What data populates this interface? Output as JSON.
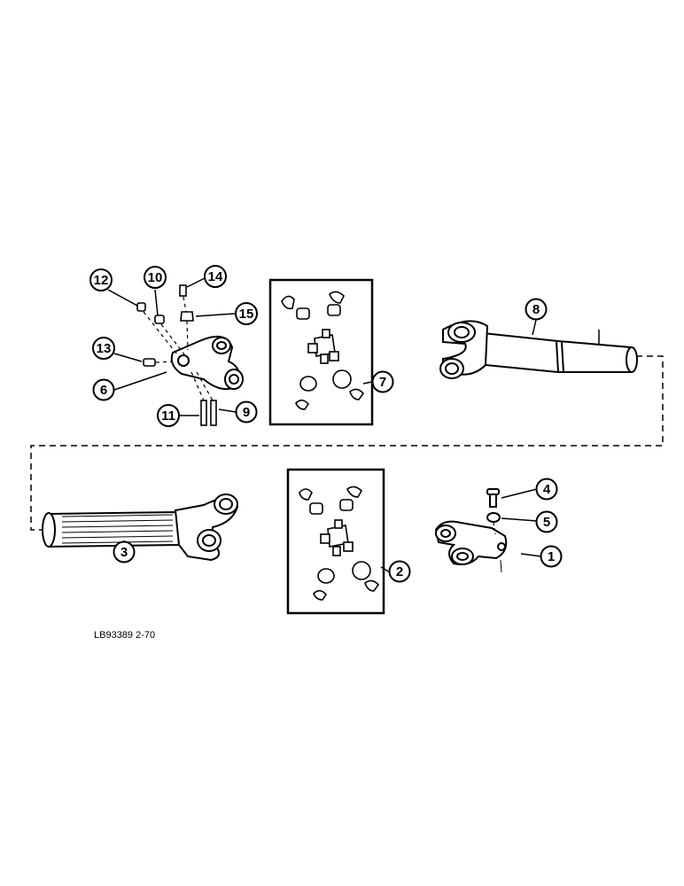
{
  "figure_reference": "LB93389 2-70",
  "callouts": [
    {
      "id": "c1",
      "label": "1"
    },
    {
      "id": "c2",
      "label": "2"
    },
    {
      "id": "c3",
      "label": "3"
    },
    {
      "id": "c4",
      "label": "4"
    },
    {
      "id": "c5",
      "label": "5"
    },
    {
      "id": "c6",
      "label": "6"
    },
    {
      "id": "c7",
      "label": "7"
    },
    {
      "id": "c8",
      "label": "8"
    },
    {
      "id": "c9",
      "label": "9"
    },
    {
      "id": "c10",
      "label": "10"
    },
    {
      "id": "c11",
      "label": "11"
    },
    {
      "id": "c12",
      "label": "12"
    },
    {
      "id": "c13",
      "label": "13"
    },
    {
      "id": "c14",
      "label": "14"
    },
    {
      "id": "c15",
      "label": "15"
    }
  ],
  "colors": {
    "ink": "#000000",
    "paper": "#ffffff"
  }
}
